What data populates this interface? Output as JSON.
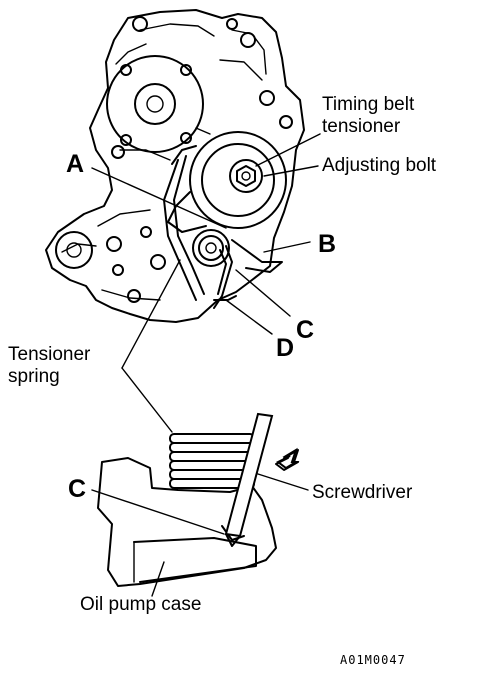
{
  "labels": {
    "timing_belt_tensioner": "Timing belt\ntensioner",
    "adjusting_bolt": "Adjusting bolt",
    "a": "A",
    "b": "B",
    "c_upper": "C",
    "d": "D",
    "tensioner_spring": "Tensioner\nspring",
    "c_lower": "C",
    "screwdriver": "Screwdriver",
    "oil_pump_case": "Oil pump case",
    "figure_code": "A01M0047"
  },
  "icons": {
    "arrow": "push-direction-arrow-icon"
  }
}
